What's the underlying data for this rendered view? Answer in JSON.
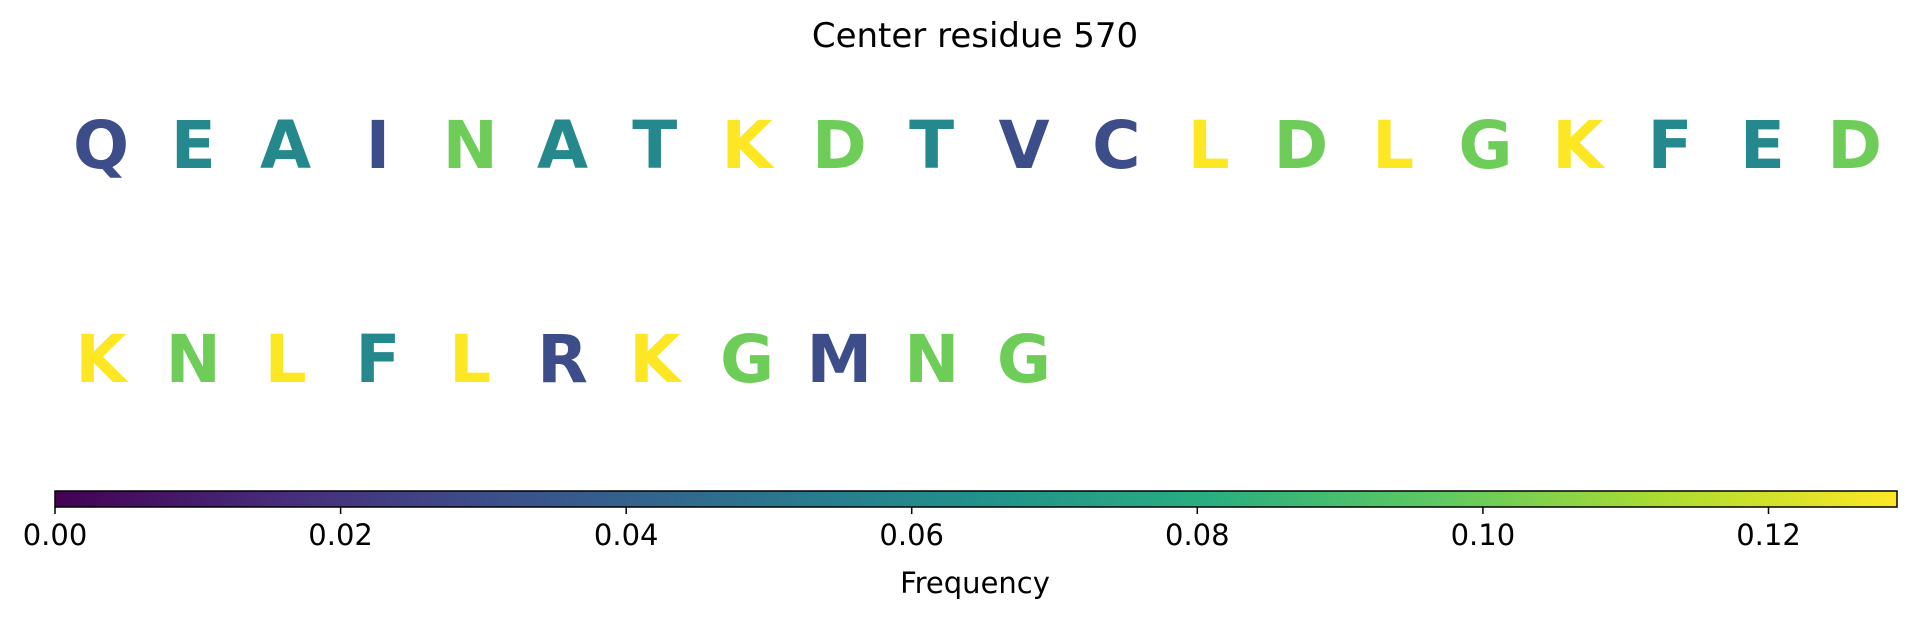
{
  "chart_data": {
    "type": "heatmap",
    "title": "Center residue 570",
    "rows": [
      {
        "residues": [
          "Q",
          "E",
          "A",
          "I",
          "N",
          "A",
          "T",
          "K",
          "D",
          "T",
          "V",
          "C",
          "L",
          "D",
          "L",
          "G",
          "K",
          "F",
          "E",
          "D"
        ],
        "frequencies": [
          0.03,
          0.06,
          0.06,
          0.03,
          0.1,
          0.06,
          0.06,
          0.13,
          0.1,
          0.06,
          0.03,
          0.03,
          0.13,
          0.1,
          0.13,
          0.1,
          0.13,
          0.06,
          0.06,
          0.1
        ]
      },
      {
        "residues": [
          "K",
          "N",
          "L",
          "F",
          "L",
          "R",
          "K",
          "G",
          "M",
          "N",
          "G"
        ],
        "frequencies": [
          0.13,
          0.1,
          0.13,
          0.06,
          0.13,
          0.03,
          0.13,
          0.1,
          0.03,
          0.1,
          0.1
        ]
      }
    ],
    "colorbar": {
      "label": "Frequency",
      "colormap": "viridis",
      "range": [
        0,
        0.129
      ],
      "ticks": [
        0.0,
        0.02,
        0.04,
        0.06,
        0.08,
        0.1,
        0.12
      ],
      "tick_labels": [
        "0.00",
        "0.02",
        "0.04",
        "0.06",
        "0.08",
        "0.10",
        "0.12"
      ]
    }
  }
}
